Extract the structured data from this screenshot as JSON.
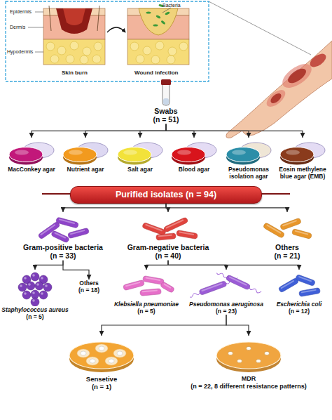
{
  "diagram": {
    "nodes": [
      {
        "text": [
          "Swabs",
          "(n = 51)"
        ]
      },
      {
        "text": [
          "MacConkey agar"
        ]
      },
      {
        "text": [
          "Nutrient agar"
        ]
      },
      {
        "text": [
          "Salt agar"
        ]
      },
      {
        "text": [
          "Blood agar"
        ]
      },
      {
        "text": [
          "Pseudomonas isolation agar"
        ]
      },
      {
        "text": [
          "Eosin methylene blue agar (EMB)"
        ]
      },
      {
        "text": [
          "Purified isolates (n = 94)"
        ]
      },
      {
        "text": [
          "Gram-positive bacteria",
          "(n = 33)"
        ]
      },
      {
        "text": [
          "Gram-negative bacteria",
          "(n = 40)"
        ]
      },
      {
        "text": [
          "Others",
          "(n = 21)"
        ]
      },
      {
        "text": [
          "Staphylococcus aureus",
          "(n = 5)"
        ]
      },
      {
        "text": [
          "Others",
          "(n = 18)"
        ]
      },
      {
        "text": [
          "Klebsiella pneumoniae",
          "(n = 5)"
        ]
      },
      {
        "text": [
          "Pseudomonas aeruginosa",
          "(n = 23)"
        ]
      },
      {
        "text": [
          "Escherichia coli",
          "(n = 12)"
        ]
      },
      {
        "text": [
          "Sensetive",
          "(n = 1)"
        ]
      },
      {
        "text": [
          "MDR",
          "(n = 22, 8 different resistance patterns)"
        ]
      }
    ],
    "edges": [
      {
        "from": 0,
        "to": 1,
        "arrow": "to"
      },
      {
        "from": 0,
        "to": 2,
        "arrow": "to"
      },
      {
        "from": 0,
        "to": 3,
        "arrow": "to"
      },
      {
        "from": 0,
        "to": 4,
        "arrow": "to"
      },
      {
        "from": 0,
        "to": 5,
        "arrow": "to"
      },
      {
        "from": 0,
        "to": 6,
        "arrow": "to"
      },
      {
        "from": 7,
        "to": 8,
        "arrow": "to"
      },
      {
        "from": 7,
        "to": 9,
        "arrow": "to"
      },
      {
        "from": 7,
        "to": 10,
        "arrow": "to"
      },
      {
        "from": 8,
        "to": 11,
        "arrow": "to"
      },
      {
        "from": 8,
        "to": 12,
        "arrow": "to"
      },
      {
        "from": 9,
        "to": 13,
        "arrow": "to"
      },
      {
        "from": 9,
        "to": 14,
        "arrow": "to"
      },
      {
        "from": 9,
        "to": 15,
        "arrow": "to"
      },
      {
        "from": 14,
        "to": 16,
        "arrow": "to"
      },
      {
        "from": 14,
        "to": 17,
        "arrow": "to"
      }
    ],
    "labels": [
      "Epidermis",
      "Dermis",
      "Hypodermis",
      "Bacteria",
      "Skin burn",
      "Wound infection"
    ]
  }
}
